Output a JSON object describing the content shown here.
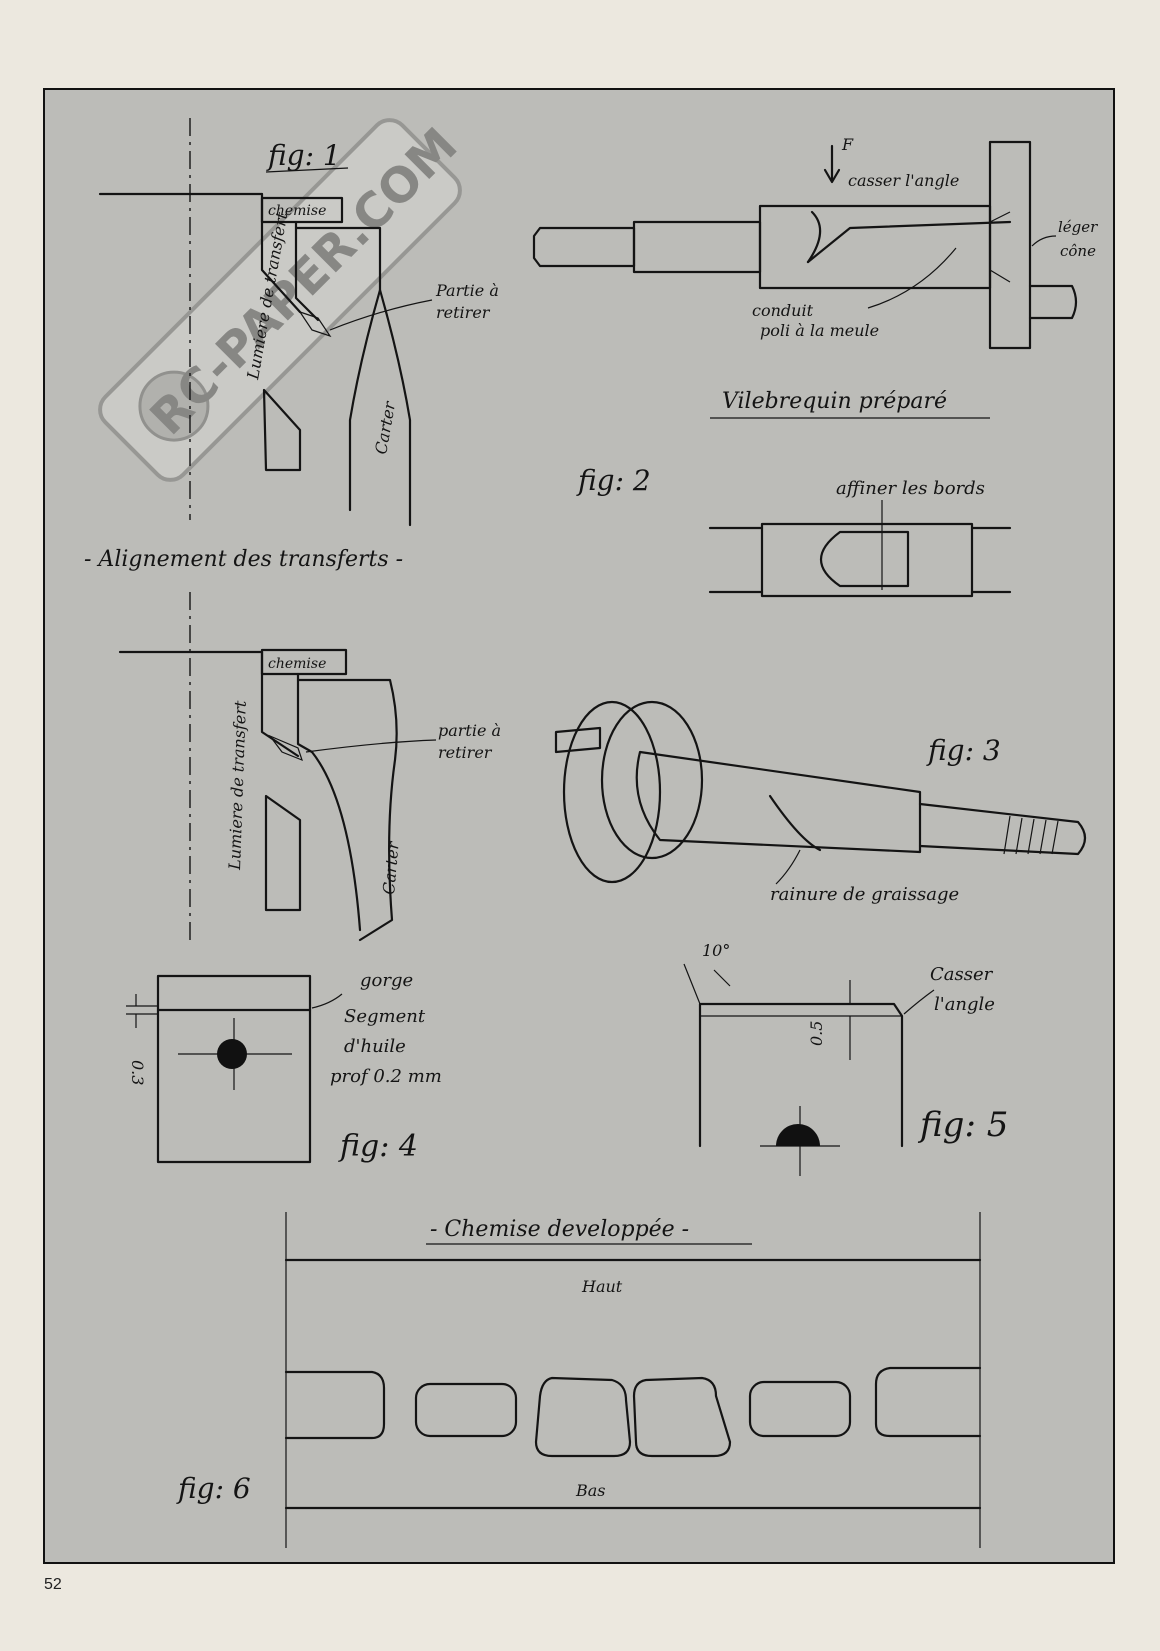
{
  "page": {
    "number": "52",
    "background": "#ece8df",
    "board_color": "#bcbcb8"
  },
  "watermark": {
    "text": "RC-PAPER.COM"
  },
  "fig1": {
    "label": "fig: 1",
    "chemise": "chemise",
    "lumiere": "Lumiere de transfert",
    "partie": "Partie à",
    "retirer": "retirer",
    "carter": "Carter",
    "caption": "- Alignement des transferts -"
  },
  "fig2": {
    "label": "fig: 2",
    "force": "F",
    "casser": "casser l'angle",
    "leger": "léger",
    "cone": "cône",
    "conduit": "conduit",
    "poli": "poli à la meule",
    "title": "Vilebrequin préparé",
    "affiner": "affiner les bords"
  },
  "fig3": {
    "label": "fig: 3",
    "rainure": "rainure de graissage"
  },
  "fig_transfer2": {
    "chemise": "chemise",
    "partie": "partie à",
    "retirer": "retirer",
    "lumiere": "Lumiere de transfert",
    "carter": "Carter"
  },
  "fig4": {
    "label": "fig: 4",
    "gorge": "gorge",
    "segment": "Segment",
    "huile": "d'huile",
    "prof": "prof 0.2 mm",
    "dim": "0.3"
  },
  "fig5": {
    "label": "fig: 5",
    "angle": "10°",
    "casser1": "Casser",
    "casser2": "l'angle",
    "dim": "0.5"
  },
  "fig6": {
    "label": "fig: 6",
    "title": "- Chemise developpée -",
    "haut": "Haut",
    "bas": "Bas"
  }
}
